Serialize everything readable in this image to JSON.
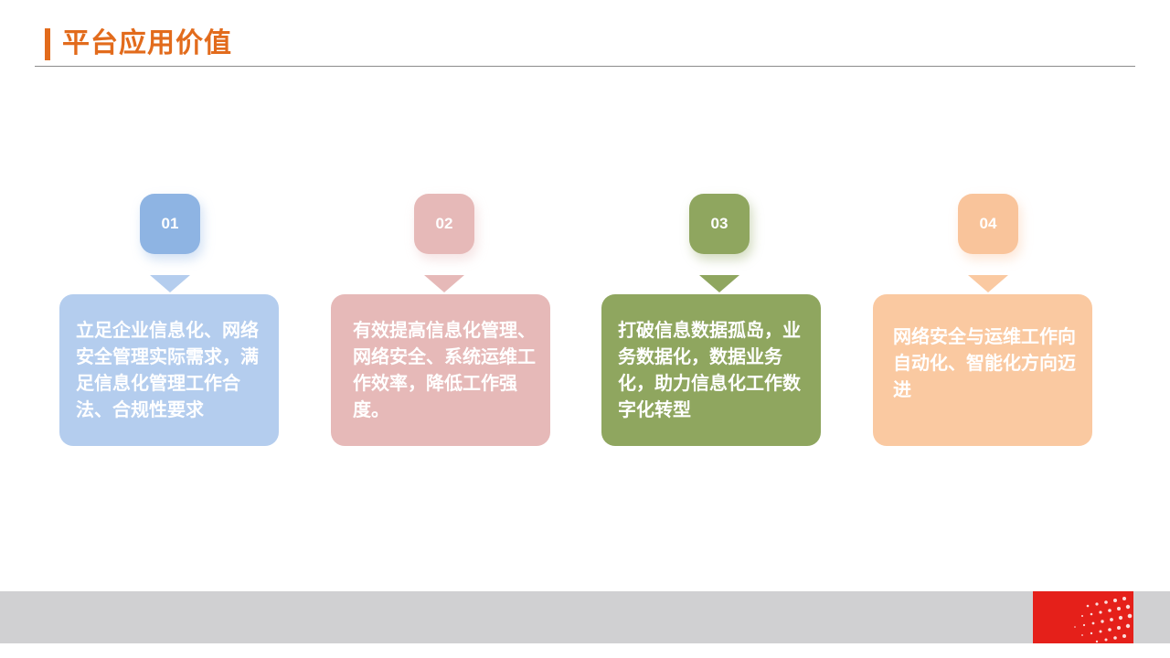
{
  "header": {
    "title": "平台应用价值",
    "accent_color": "#e26b1c"
  },
  "cards": [
    {
      "number": "01",
      "text": "立足企业信息化、网络安全管理实际需求，满足信息化管理工作合法、合规性要求",
      "badge_color": "#8eb4e3",
      "card_color": "#b4cdee"
    },
    {
      "number": "02",
      "text": "有效提高信息化管理、网络安全、系统运维工作效率，降低工作强度。",
      "badge_color": "#e6b9b8",
      "card_color": "#e6b9b8"
    },
    {
      "number": "03",
      "text": "打破信息数据孤岛，业务数据化，数据业务化，助力信息化工作数字化转型",
      "badge_color": "#8fa65f",
      "card_color": "#8fa65f"
    },
    {
      "number": "04",
      "text": "网络安全与运维工作向自动化、智能化方向迈进",
      "badge_color": "#f9c49b",
      "card_color": "#fac9a1"
    }
  ],
  "footer": {
    "band_color": "#d0d0d2",
    "logo_color": "#e5201a"
  }
}
